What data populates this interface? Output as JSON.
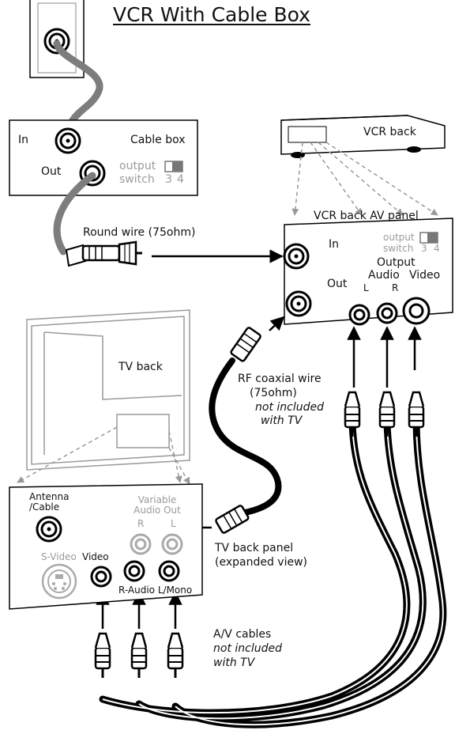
{
  "title": "VCR With Cable Box",
  "cable_box": {
    "label": "Cable box",
    "in_label": "In",
    "out_label": "Out",
    "output_switch_line1": "output",
    "output_switch_line2": "switch",
    "switch_3": "3",
    "switch_4": "4"
  },
  "round_wire_label": "Round wire (75ohm)",
  "vcr": {
    "back_label": "VCR back",
    "av_panel_label": "VCR back AV panel",
    "in_label": "In",
    "out_label": "Out",
    "output_switch_line1": "output",
    "output_switch_line2": "switch",
    "switch_3": "3",
    "switch_4": "4",
    "output_label": "Output",
    "audio_label": "Audio",
    "video_label": "Video",
    "l_label": "L",
    "r_label": "R"
  },
  "tv": {
    "back_label": "TV back",
    "antenna_line1": "Antenna",
    "antenna_line2": "/Cable",
    "variable_line1": "Variable",
    "variable_line2": "Audio Out",
    "var_r": "R",
    "var_l": "L",
    "svideo_label": "S-Video",
    "video_label": "Video",
    "raudio_label": "R-Audio L/Mono",
    "back_panel_line1": "TV back panel",
    "back_panel_line2": "(expanded view)"
  },
  "rf_wire": {
    "line1": "RF coaxial wire",
    "line2": "(75ohm)",
    "line3": "not included",
    "line4": "with TV"
  },
  "av_cables": {
    "line1": "A/V cables",
    "line2": "not included",
    "line3": "with TV"
  }
}
